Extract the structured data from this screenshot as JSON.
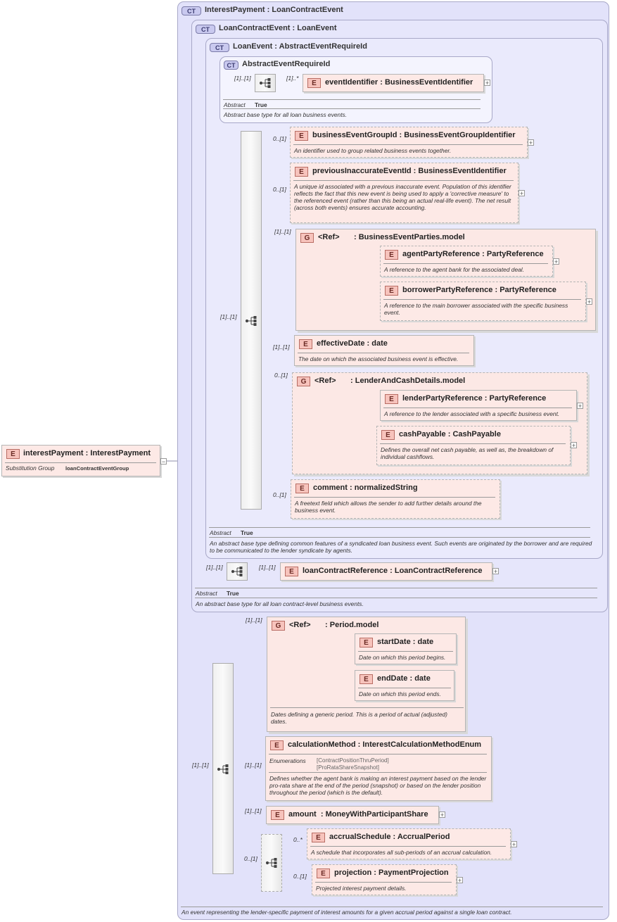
{
  "root": {
    "name": "interestPayment",
    "type": "InterestPayment",
    "subst_label": "Substitution Group",
    "subst_value": "loanContractEventGroup"
  },
  "ct_interest": {
    "badge": "CT",
    "name": "InterestPayment",
    "base": "LoanContractEvent",
    "doc": "An event representing the lender-specific payment of interest amounts for a given accrual period against a single loan contract."
  },
  "ct_lce": {
    "badge": "CT",
    "name": "LoanContractEvent",
    "base": "LoanEvent",
    "abstract_label": "Abstract",
    "abstract_value": "True",
    "doc": "An abstract base type for all loan contract-level business events."
  },
  "ct_le": {
    "badge": "CT",
    "name": "LoanEvent",
    "base": "AbstractEventRequireId",
    "abstract_label": "Abstract",
    "abstract_value": "True",
    "doc": "An abstract base type defining common features of a syndicated loan business event. Such events are originated by the borrower and are required to be communicated to the lender syndicate by agents."
  },
  "ct_aeri": {
    "badge": "CT",
    "name": "AbstractEventRequireId",
    "abstract_label": "Abstract",
    "abstract_value": "True",
    "doc": "Abstract base type for all loan business events."
  },
  "elements": {
    "eventIdentifier": {
      "badge": "E",
      "name": "eventIdentifier",
      "type": "BusinessEventIdentifier"
    },
    "businessEventGroupId": {
      "badge": "E",
      "name": "businessEventGroupId",
      "type": "BusinessEventGroupIdentifier",
      "doc": "An identifier used to group related business events together."
    },
    "previousInaccurateEventId": {
      "badge": "E",
      "name": "previousInaccurateEventId",
      "type": "BusinessEventIdentifier",
      "doc": "A unique id associated with a previous inaccurate event. Population of this identifier reflects the fact that this new event is being used to apply a 'corrective measure' to the referenced event (rather than this being an actual real-life event). The net result (across both events) ensures accurate accounting."
    },
    "agentPartyReference": {
      "badge": "E",
      "name": "agentPartyReference",
      "type": "PartyReference",
      "doc": "A reference to the agent bank for the associated deal."
    },
    "borrowerPartyReference": {
      "badge": "E",
      "name": "borrowerPartyReference",
      "type": "PartyReference",
      "doc": "A reference to the main borrower associated with the specific business event."
    },
    "effectiveDate": {
      "badge": "E",
      "name": "effectiveDate",
      "type": "date",
      "doc": "The date on which the associated business event is effective."
    },
    "lenderPartyReference": {
      "badge": "E",
      "name": "lenderPartyReference",
      "type": "PartyReference",
      "doc": "A reference to the lender associated with a specific business event."
    },
    "cashPayable": {
      "badge": "E",
      "name": "cashPayable",
      "type": "CashPayable",
      "doc": "Defines the overall net cash payable, as well as, the breakdown of individual cashflows."
    },
    "comment": {
      "badge": "E",
      "name": "comment",
      "type": "normalizedString",
      "doc": "A freetext field which allows the sender to add further details around the business event."
    },
    "loanContractReference": {
      "badge": "E",
      "name": "loanContractReference",
      "type": "LoanContractReference"
    },
    "startDate": {
      "badge": "E",
      "name": "startDate",
      "type": "date",
      "doc": "Date on which this period begins."
    },
    "endDate": {
      "badge": "E",
      "name": "endDate",
      "type": "date",
      "doc": "Date on which this period ends."
    },
    "calculationMethod": {
      "badge": "E",
      "name": "calculationMethod",
      "type": "InterestCalculationMethodEnum",
      "enum_label": "Enumerations",
      "enums": [
        "[ContractPositionThruPeriod]",
        "[ProRataShareSnapshot]"
      ],
      "doc": "Defines whether the agent bank is making an interest payment based on the lender pro-rata share at the end of the period (snapshot) or based on the lender position throughout the period (which is the default)."
    },
    "amount": {
      "badge": "E",
      "name": "amount",
      "type": "MoneyWithParticipantShare"
    },
    "accrualSchedule": {
      "badge": "E",
      "name": "accrualSchedule",
      "type": "AccrualPeriod",
      "doc": "A schedule that incorporates all sub-periods of an accrual calculation."
    },
    "projection": {
      "badge": "E",
      "name": "projection",
      "type": "PaymentProjection",
      "doc": "Projected interest payment details."
    }
  },
  "groups": {
    "parties": {
      "badge": "G",
      "ref": "<Ref>",
      "name": "BusinessEventParties.model"
    },
    "lender": {
      "badge": "G",
      "ref": "<Ref>",
      "name": "LenderAndCashDetails.model"
    },
    "period": {
      "badge": "G",
      "ref": "<Ref>",
      "name": "Period.model",
      "doc": "Dates defining a generic period. This is a period of actual (adjusted) dates."
    }
  },
  "sep": ":",
  "plus": "+",
  "minus": "−",
  "cards": {
    "c11": "[1]..[1]",
    "c1s": "[1]..*",
    "c01": "0..[1]",
    "c0s": "0..*"
  }
}
